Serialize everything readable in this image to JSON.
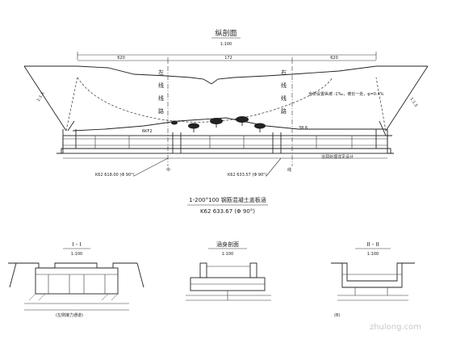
{
  "main_view": {
    "title": "纵剖面",
    "scale": "1:100",
    "dims_top": [
      "620",
      "172",
      "620"
    ],
    "slope_left": "1:1.5",
    "slope_right": "1:1.5",
    "left_vertical_label": [
      "左",
      "线",
      "线",
      "路"
    ],
    "right_vertical_label": [
      "右",
      "线",
      "线",
      "路"
    ],
    "left_center_label": "中",
    "right_center_label": "线",
    "note_top": "全桥设置纵坡 -1‰，坡长一处，φ=0.4%",
    "note_right": "溶洞处理详见设计",
    "label_left_mid": "6KF2",
    "label_right_mid": "38.6",
    "lower_left": "K62 618.00 (Φ 90°)",
    "lower_mid": "K62 633.57 (Φ 90°)"
  },
  "bridge_info": {
    "title_line": "1-200°100 钢筋混凝土盖板涵",
    "sub_line": "K62 633.67 (Φ 90°)"
  },
  "sections": {
    "s1": {
      "title": "I - I",
      "scale": "1:100",
      "note": "(左侧接力通道)"
    },
    "s2": {
      "title": "涵身剖面",
      "scale": "1:100"
    },
    "s3": {
      "title": "II - II",
      "scale": "1:100",
      "note": "(B)"
    }
  },
  "watermark": "zhulong.com"
}
